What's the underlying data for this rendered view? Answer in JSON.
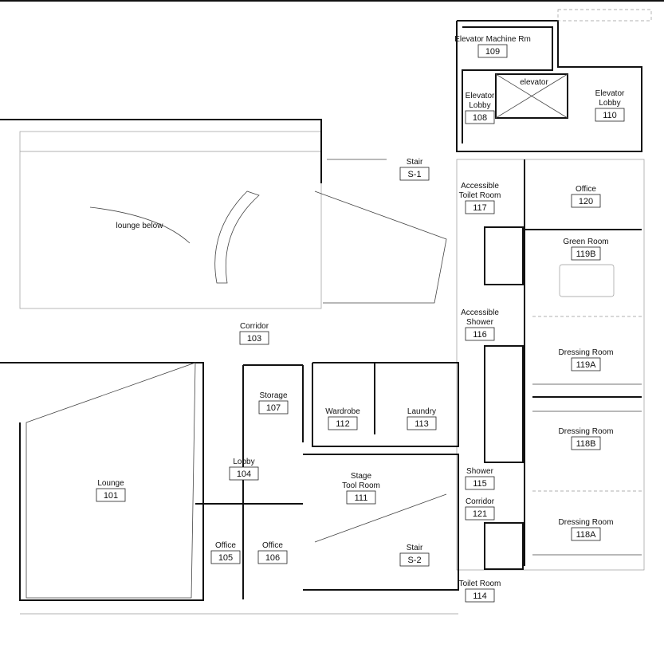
{
  "title": "Floor Plan",
  "annotations": {
    "lounge_below": "lounge below",
    "elevator": "elevator"
  },
  "rooms": [
    {
      "name": [
        "Elevator Machine Rm"
      ],
      "number": "109"
    },
    {
      "name": [
        "Elevator",
        "Lobby"
      ],
      "number": "108"
    },
    {
      "name": [
        "Elevator",
        "Lobby"
      ],
      "number": "110"
    },
    {
      "name": [
        "Stair"
      ],
      "number": "S-1"
    },
    {
      "name": [
        "Accessible",
        "Toilet Room"
      ],
      "number": "117"
    },
    {
      "name": [
        "Office"
      ],
      "number": "120"
    },
    {
      "name": [
        "Green Room"
      ],
      "number": "119B"
    },
    {
      "name": [
        "Accessible",
        "Shower"
      ],
      "number": "116"
    },
    {
      "name": [
        "Corridor"
      ],
      "number": "103"
    },
    {
      "name": [
        "Dressing Room"
      ],
      "number": "119A"
    },
    {
      "name": [
        "Storage"
      ],
      "number": "107"
    },
    {
      "name": [
        "Wardrobe"
      ],
      "number": "112"
    },
    {
      "name": [
        "Laundry"
      ],
      "number": "113"
    },
    {
      "name": [
        "Dressing Room"
      ],
      "number": "118B"
    },
    {
      "name": [
        "Lobby"
      ],
      "number": "104"
    },
    {
      "name": [
        "Lounge"
      ],
      "number": "101"
    },
    {
      "name": [
        "Stage",
        "Tool Room"
      ],
      "number": "111"
    },
    {
      "name": [
        "Shower"
      ],
      "number": "115"
    },
    {
      "name": [
        "Corridor"
      ],
      "number": "121"
    },
    {
      "name": [
        "Dressing Room"
      ],
      "number": "118A"
    },
    {
      "name": [
        "Office"
      ],
      "number": "105"
    },
    {
      "name": [
        "Office"
      ],
      "number": "106"
    },
    {
      "name": [
        "Stair"
      ],
      "number": "S-2"
    },
    {
      "name": [
        "Toilet Room"
      ],
      "number": "114"
    }
  ]
}
